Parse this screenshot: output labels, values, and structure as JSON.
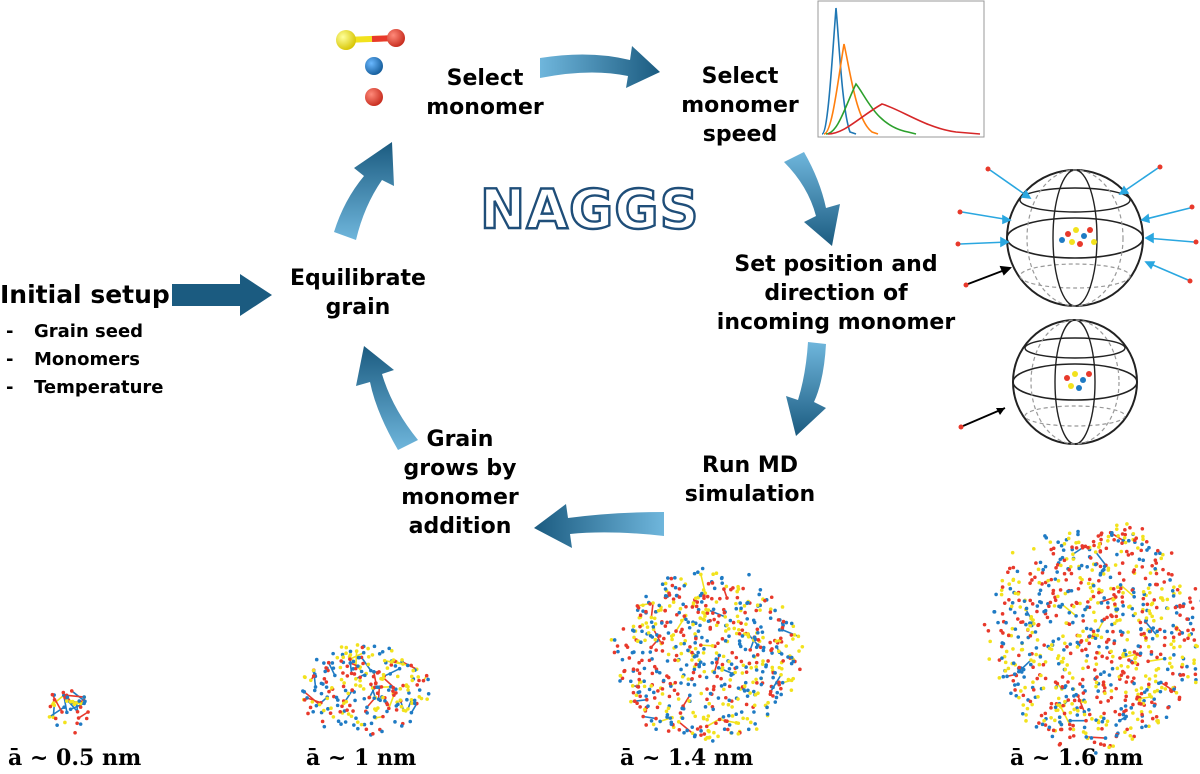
{
  "center_title": "NAGGS",
  "initial_setup": {
    "title": "Initial setup",
    "items": [
      "Grain seed",
      "Monomers",
      "Temperature"
    ]
  },
  "steps": {
    "select_monomer": [
      "Select",
      "monomer"
    ],
    "select_speed": [
      "Select",
      "monomer",
      "speed"
    ],
    "set_position": [
      "Set position and",
      "direction of",
      "incoming monomer"
    ],
    "run_md": [
      "Run MD",
      "simulation"
    ],
    "grain_grows": [
      "Grain",
      "grows by",
      "monomer",
      "addition"
    ],
    "equilibrate": [
      "Equilibrate",
      "grain"
    ]
  },
  "grain_sizes": [
    {
      "prefix": "ā ~ ",
      "value": "0.5",
      "unit": " nm"
    },
    {
      "prefix": "ā ~ ",
      "value": "1",
      "unit": " nm"
    },
    {
      "prefix": "ā ~ ",
      "value": "1.4",
      "unit": " nm"
    },
    {
      "prefix": "ā ~ ",
      "value": "1.6",
      "unit": " nm"
    }
  ],
  "colors": {
    "arrow_dark": "#1b5b80",
    "arrow_light": "#6fb6dc",
    "atom_red": "#e8392b",
    "atom_yellow": "#f2e21d",
    "atom_blue": "#1f7bc4",
    "curve_blue": "#1f77b4",
    "curve_orange": "#ff7f0e",
    "curve_green": "#2ca02c",
    "curve_red": "#d62728"
  },
  "icons": [
    "monomer-molecule-icon",
    "speed-distribution-plot",
    "sphere-injection-icon",
    "sphere-single-icon"
  ]
}
